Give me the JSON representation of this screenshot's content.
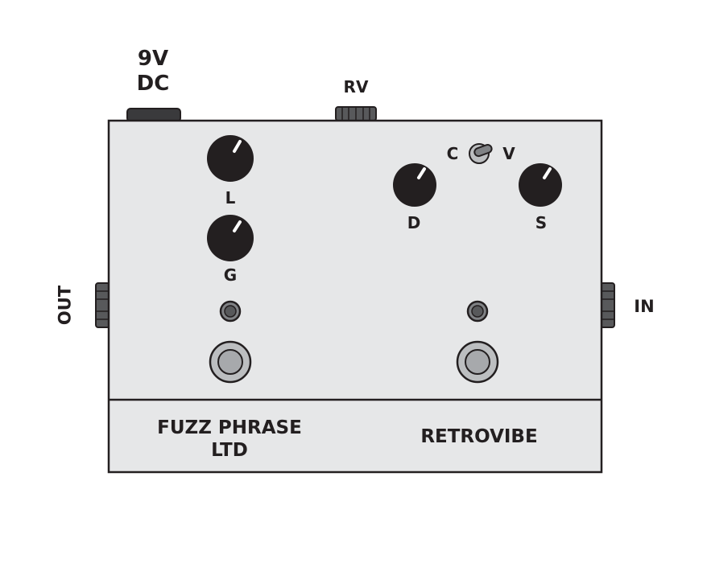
{
  "power_jack": {
    "label_line1": "9V",
    "label_line2": "DC"
  },
  "top_jack": {
    "label": "RV"
  },
  "left_jack": {
    "label": "OUT"
  },
  "right_jack": {
    "label": "IN"
  },
  "fuzz_section": {
    "knobs": [
      {
        "label": "L"
      },
      {
        "label": "G"
      }
    ],
    "name_line1": "FUZZ PHRASE",
    "name_line2": "LTD"
  },
  "vibe_section": {
    "knobs": [
      {
        "label": "D"
      },
      {
        "label": "S"
      }
    ],
    "toggle": {
      "left_label": "C",
      "right_label": "V"
    },
    "name": "RETROVIBE"
  },
  "colors": {
    "enclosure_fill": "#e6e7e8",
    "outline": "#231f20",
    "knob_fill": "#231f20",
    "pointer": "#ffffff",
    "footswitch_fill": "#bcbec0",
    "jack_fill": "#58595b",
    "led_fill": "#808285"
  }
}
